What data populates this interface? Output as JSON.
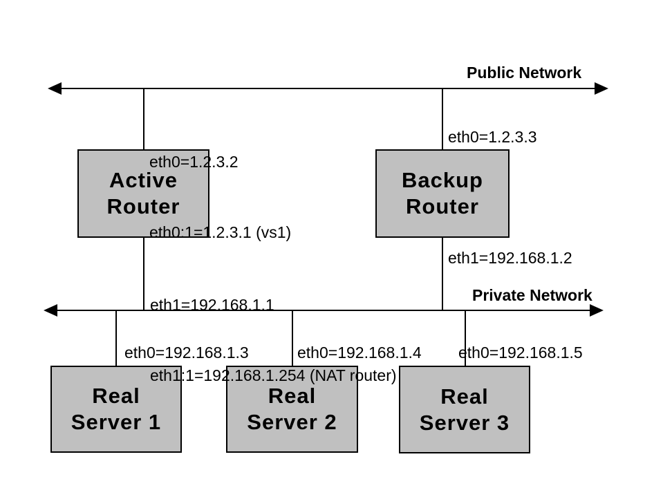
{
  "diagram": {
    "type": "network-topology",
    "colors": {
      "background": "#ffffff",
      "box_fill": "#c0c0c0",
      "box_border": "#000000",
      "line": "#000000",
      "text": "#000000"
    },
    "networks": {
      "public": {
        "label": "Public Network"
      },
      "private": {
        "label": "Private Network"
      }
    },
    "nodes": {
      "active_router": {
        "line1": "Active",
        "line2": "Router"
      },
      "backup_router": {
        "line1": "Backup",
        "line2": "Router"
      },
      "real_server_1": {
        "line1": "Real",
        "line2": "Server 1"
      },
      "real_server_2": {
        "line1": "Real",
        "line2": "Server 2"
      },
      "real_server_3": {
        "line1": "Real",
        "line2": "Server 3"
      }
    },
    "interfaces": {
      "active_public_line1": "eth0=1.2.3.2",
      "active_public_line2": "eth0:1=1.2.3.1 (vs1)",
      "backup_public": "eth0=1.2.3.3",
      "active_private_line1": "eth1=192.168.1.1",
      "active_private_line2": "eth1:1=192.168.1.254 (NAT router)",
      "backup_private": "eth1=192.168.1.2",
      "real_server_1": "eth0=192.168.1.3",
      "real_server_2": "eth0=192.168.1.4",
      "real_server_3": "eth0=192.168.1.5"
    }
  }
}
